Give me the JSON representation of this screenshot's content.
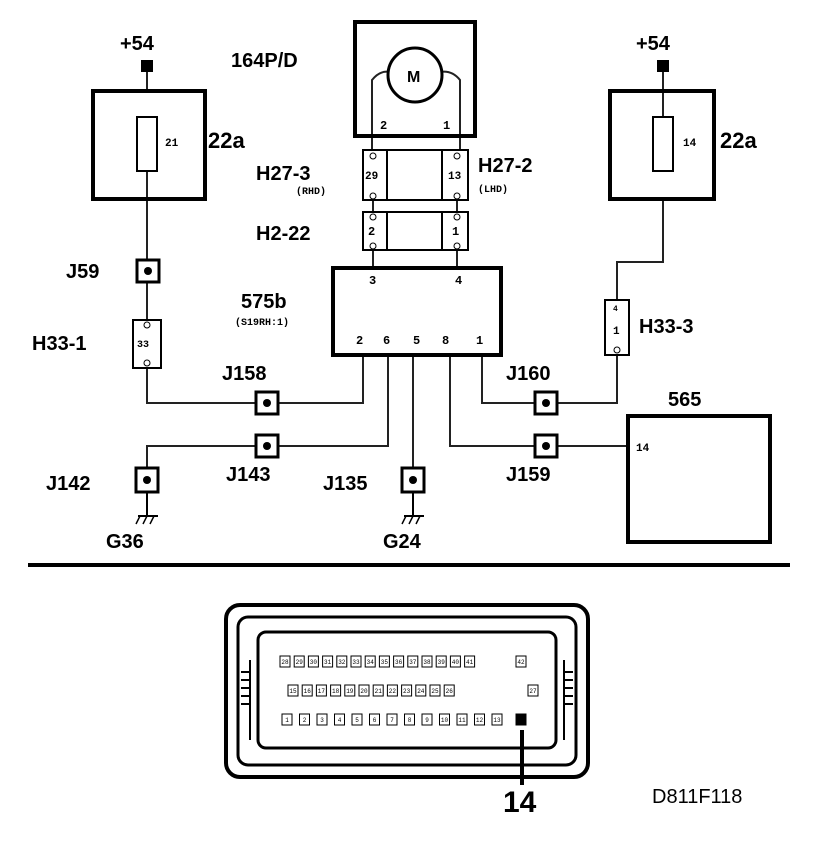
{
  "supply_left": "+54",
  "supply_right": "+54",
  "motor": {
    "label": "164P/D",
    "symbol": "M",
    "pin_left": "2",
    "pin_right": "1"
  },
  "fuse_left": {
    "label": "22a",
    "fuse_no": "21"
  },
  "fuse_right": {
    "label": "22a",
    "fuse_no": "14"
  },
  "h27_3": {
    "label": "H27-3",
    "sub": "(RHD)",
    "pin": "29"
  },
  "h27_2": {
    "label": "H27-2",
    "sub": "(LHD)",
    "pin": "13"
  },
  "h2_22": {
    "label": "H2-22",
    "pin_left": "2",
    "pin_right": "1"
  },
  "module": {
    "label": "575b",
    "sub": "(S19RH:1)",
    "top_pin_left": "3",
    "top_pin_right": "4",
    "bottom_pins": [
      "2",
      "6",
      "5",
      "8",
      "1"
    ]
  },
  "j59": "J59",
  "h33_1": {
    "label": "H33-1",
    "pin": "33"
  },
  "h33_3": {
    "label": "H33-3",
    "pin_top": "4",
    "pin": "1"
  },
  "j158": "J158",
  "j160": "J160",
  "j143": "J143",
  "j142": "J142",
  "j135": "J135",
  "j159": "J159",
  "g36": "G36",
  "g24": "G24",
  "ecu": {
    "label": "565",
    "pin": "14"
  },
  "connector": {
    "pin_callout": "14",
    "row1": [
      "28",
      "29",
      "30",
      "31",
      "32",
      "33",
      "34",
      "35",
      "36",
      "37",
      "38",
      "39",
      "40",
      "41"
    ],
    "row1_end": "42",
    "row2": [
      "15",
      "16",
      "17",
      "18",
      "19",
      "20",
      "21",
      "22",
      "23",
      "24",
      "25",
      "26"
    ],
    "row2_end": "27",
    "row3": [
      "1",
      "2",
      "3",
      "4",
      "5",
      "6",
      "7",
      "8",
      "9",
      "10",
      "11",
      "12",
      "13"
    ]
  },
  "diagram_id": "D811F118"
}
